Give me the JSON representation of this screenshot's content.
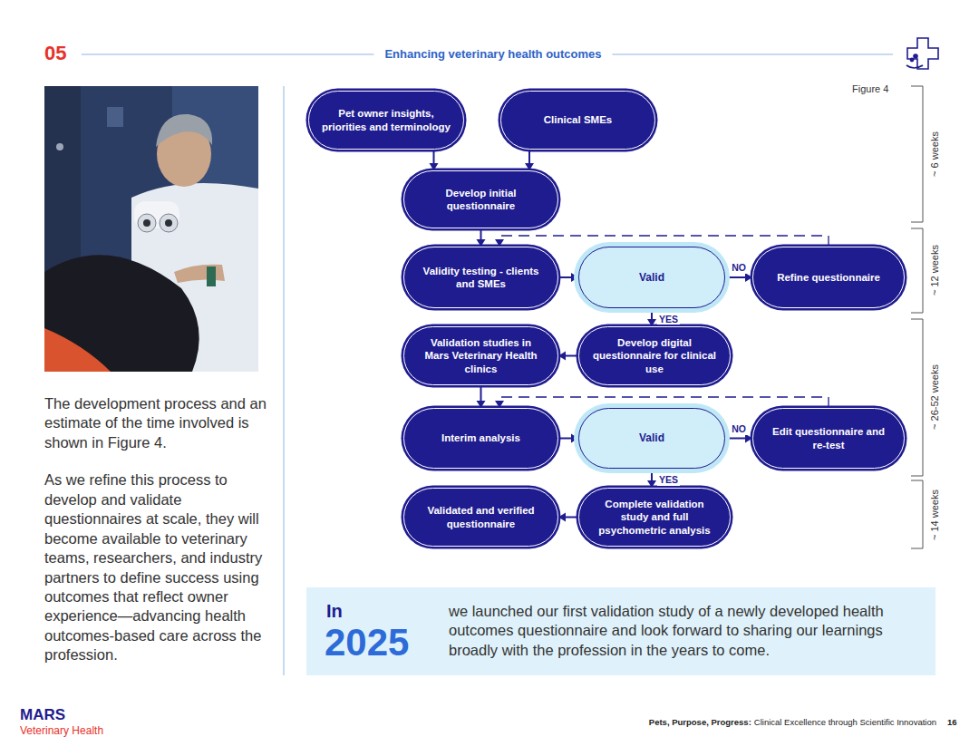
{
  "diagram": {
    "title": "Enhancing veterinary health outcomes",
    "nodes": [
      {
        "text": [
          "Pet owner insights, priorities and terminology"
        ]
      },
      {
        "text": [
          "Clinical SMEs"
        ]
      },
      {
        "text": [
          "Develop initial questionnaire"
        ]
      },
      {
        "text": [
          "Validity testing - clients and SMEs"
        ]
      },
      {
        "text": [
          "Valid"
        ]
      },
      {
        "text": [
          "Refine questionnaire"
        ]
      },
      {
        "text": [
          "Develop digital questionnaire for clinical use"
        ]
      },
      {
        "text": [
          "Validation studies in Mars Veterinary Health clinics"
        ]
      },
      {
        "text": [
          "Interim analysis"
        ]
      },
      {
        "text": [
          "Valid"
        ]
      },
      {
        "text": [
          "Edit questionnaire and re-test"
        ]
      },
      {
        "text": [
          "Complete validation study and full psychometric analysis"
        ]
      },
      {
        "text": [
          "Validated and verified questionnaire"
        ]
      },
      {
        "text": [
          "In",
          "2025",
          "we launched our first validation study of a newly developed health outcomes questionnaire and look forward to sharing our learnings broadly with the profession in the years to come."
        ]
      }
    ],
    "edges": [
      {
        "from": 0,
        "to": 2,
        "arrow": "to"
      },
      {
        "from": 1,
        "to": 2,
        "arrow": "to"
      },
      {
        "from": 2,
        "to": 3,
        "arrow": "to"
      },
      {
        "from": 3,
        "to": 4,
        "arrow": "to"
      },
      {
        "from": 4,
        "to": 5,
        "label": "NO",
        "arrow": "to"
      },
      {
        "from": 5,
        "to": 3,
        "arrow": "to"
      },
      {
        "from": 4,
        "to": 6,
        "label": "YES",
        "arrow": "to"
      },
      {
        "from": 6,
        "to": 7,
        "arrow": "to"
      },
      {
        "from": 7,
        "to": 8,
        "arrow": "to"
      },
      {
        "from": 8,
        "to": 9,
        "arrow": "to"
      },
      {
        "from": 9,
        "to": 10,
        "label": "NO",
        "arrow": "to"
      },
      {
        "from": 10,
        "to": 8,
        "arrow": "to"
      },
      {
        "from": 9,
        "to": 11,
        "label": "YES",
        "arrow": "to"
      },
      {
        "from": 11,
        "to": 12,
        "arrow": "to"
      }
    ],
    "labels": [
      "05",
      "Figure 4",
      "~ 6 weeks",
      "~ 12 weeks",
      "~ 26-52 weeks",
      "~ 14 weeks",
      "The development process and an estimate of the time involved is shown in Figure 4.",
      "As we refine this process to develop and validate questionnaires at scale, they will become available to veterinary teams, researchers, and industry partners to define success using outcomes that reflect owner experience—advancing health outcomes-based care across the profession.",
      "MARS",
      "Veterinary Health",
      "Pets, Purpose, Progress:",
      "Clinical Excellence through Scientific Innovation",
      "16"
    ]
  }
}
